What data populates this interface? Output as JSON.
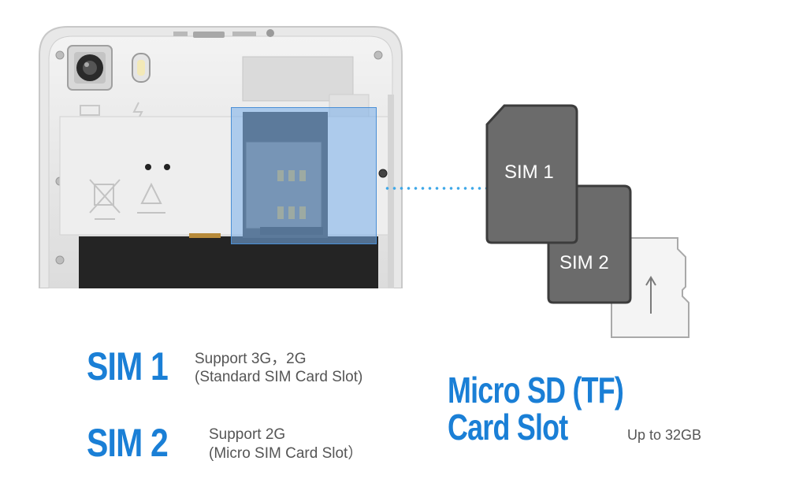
{
  "cards": {
    "sim1_label": "SIM 1",
    "sim2_label": "SIM 2"
  },
  "sim1": {
    "title": "SIM 1",
    "line1": "Support 3G，2G",
    "line2": "(Standard SIM Card Slot)"
  },
  "sim2": {
    "title": "SIM 2",
    "line1": "Support 2G",
    "line2": "(Micro SIM Card Slot）"
  },
  "sd": {
    "title_line1": "Micro SD (TF)",
    "title_line2": "Card Slot",
    "capacity": "Up to 32GB"
  },
  "colors": {
    "accent_blue": "#1a7fd6",
    "highlight_blue": "#78afeb",
    "sim_card_gray": "#6b6b6b",
    "sim_card_border": "#3c3c3c",
    "text_gray": "#555555"
  },
  "icons": [
    "camera-icon",
    "flash-icon",
    "recycle-icon",
    "no-trash-icon",
    "arrow-up-icon"
  ]
}
